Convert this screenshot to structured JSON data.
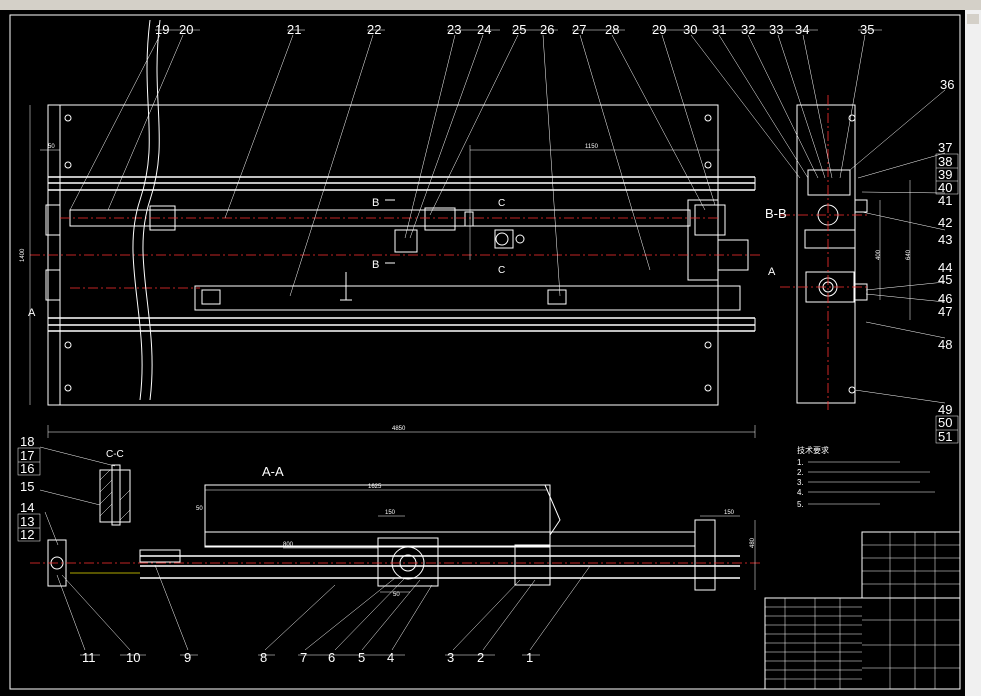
{
  "part_numbers": [
    "1",
    "2",
    "3",
    "4",
    "5",
    "6",
    "7",
    "8",
    "9",
    "10",
    "11",
    "12",
    "13",
    "14",
    "15",
    "16",
    "17",
    "18",
    "19",
    "20",
    "21",
    "22",
    "23",
    "24",
    "25",
    "26",
    "27",
    "28",
    "29",
    "30",
    "31",
    "32",
    "33",
    "34",
    "35",
    "36",
    "37",
    "38",
    "39",
    "40",
    "41",
    "42",
    "43",
    "44",
    "45",
    "46",
    "47",
    "48",
    "49",
    "50",
    "51"
  ],
  "views": {
    "section_aa": "A-A",
    "section_bb": "B-B",
    "section_cc": "C-C",
    "marker_a": "A",
    "marker_b": "B",
    "marker_c": "C"
  },
  "dimensions": {
    "overall_length": "4850",
    "height": "1400",
    "span": "1150",
    "left_offset": "50",
    "aa_1625": "1625",
    "aa_150a": "150",
    "aa_150b": "150",
    "aa_800": "800",
    "aa_50": "50",
    "aa_480": "480",
    "aa_50b": "50",
    "bb_400": "400",
    "bb_640": "640"
  },
  "notes": {
    "heading": "技术要求",
    "items": [
      "1.",
      "2.",
      "3.",
      "4.",
      "5."
    ]
  },
  "colors": {
    "background": "#000000",
    "lines": "#ffffff",
    "centerlines": "#ff3030",
    "hidden": "#e8e000"
  }
}
